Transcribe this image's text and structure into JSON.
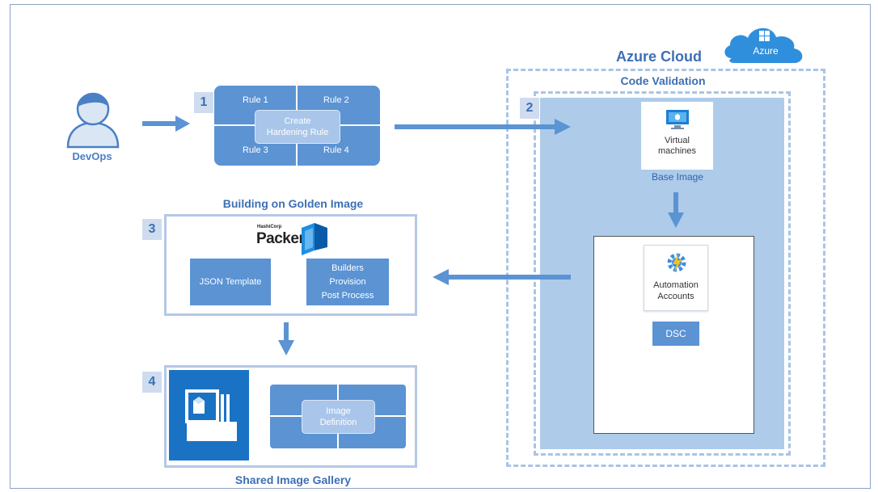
{
  "actor": {
    "label": "DevOps",
    "icon": "user-icon"
  },
  "steps": [
    {
      "number": "1"
    },
    {
      "number": "2"
    },
    {
      "number": "3"
    },
    {
      "number": "4"
    }
  ],
  "hardening": {
    "rules": [
      "Rule 1",
      "Rule 2",
      "Rule 3",
      "Rule 4"
    ],
    "center_line1": "Create",
    "center_line2": "Hardening Rule"
  },
  "golden_image": {
    "title": "Building on Golden Image",
    "logo_small": "HashiCorp",
    "logo_text": "Packer",
    "template_label": "JSON Template",
    "stages": [
      "Builders",
      "Provision",
      "Post Process"
    ]
  },
  "gallery": {
    "title": "Shared Image Gallery",
    "center_line1": "Image",
    "center_line2": "Definition",
    "icon": "image-gallery-icon"
  },
  "azure": {
    "title": "Azure Cloud",
    "cloud_label": "Azure",
    "code_validation_title": "Code Validation",
    "vm_line1": "Virtual",
    "vm_line2": "machines",
    "base_image_label": "Base Image",
    "automation_line1": "Automation",
    "automation_line2": "Accounts",
    "dsc_label": "DSC"
  },
  "colors": {
    "primary": "#5b93d3",
    "accent_text": "#3d6fb4",
    "light_fill": "#aecbea",
    "dashed_border": "#a8c4e6",
    "arrow": "#5b93d3",
    "gallery_icon_bg": "#1a72c4"
  }
}
